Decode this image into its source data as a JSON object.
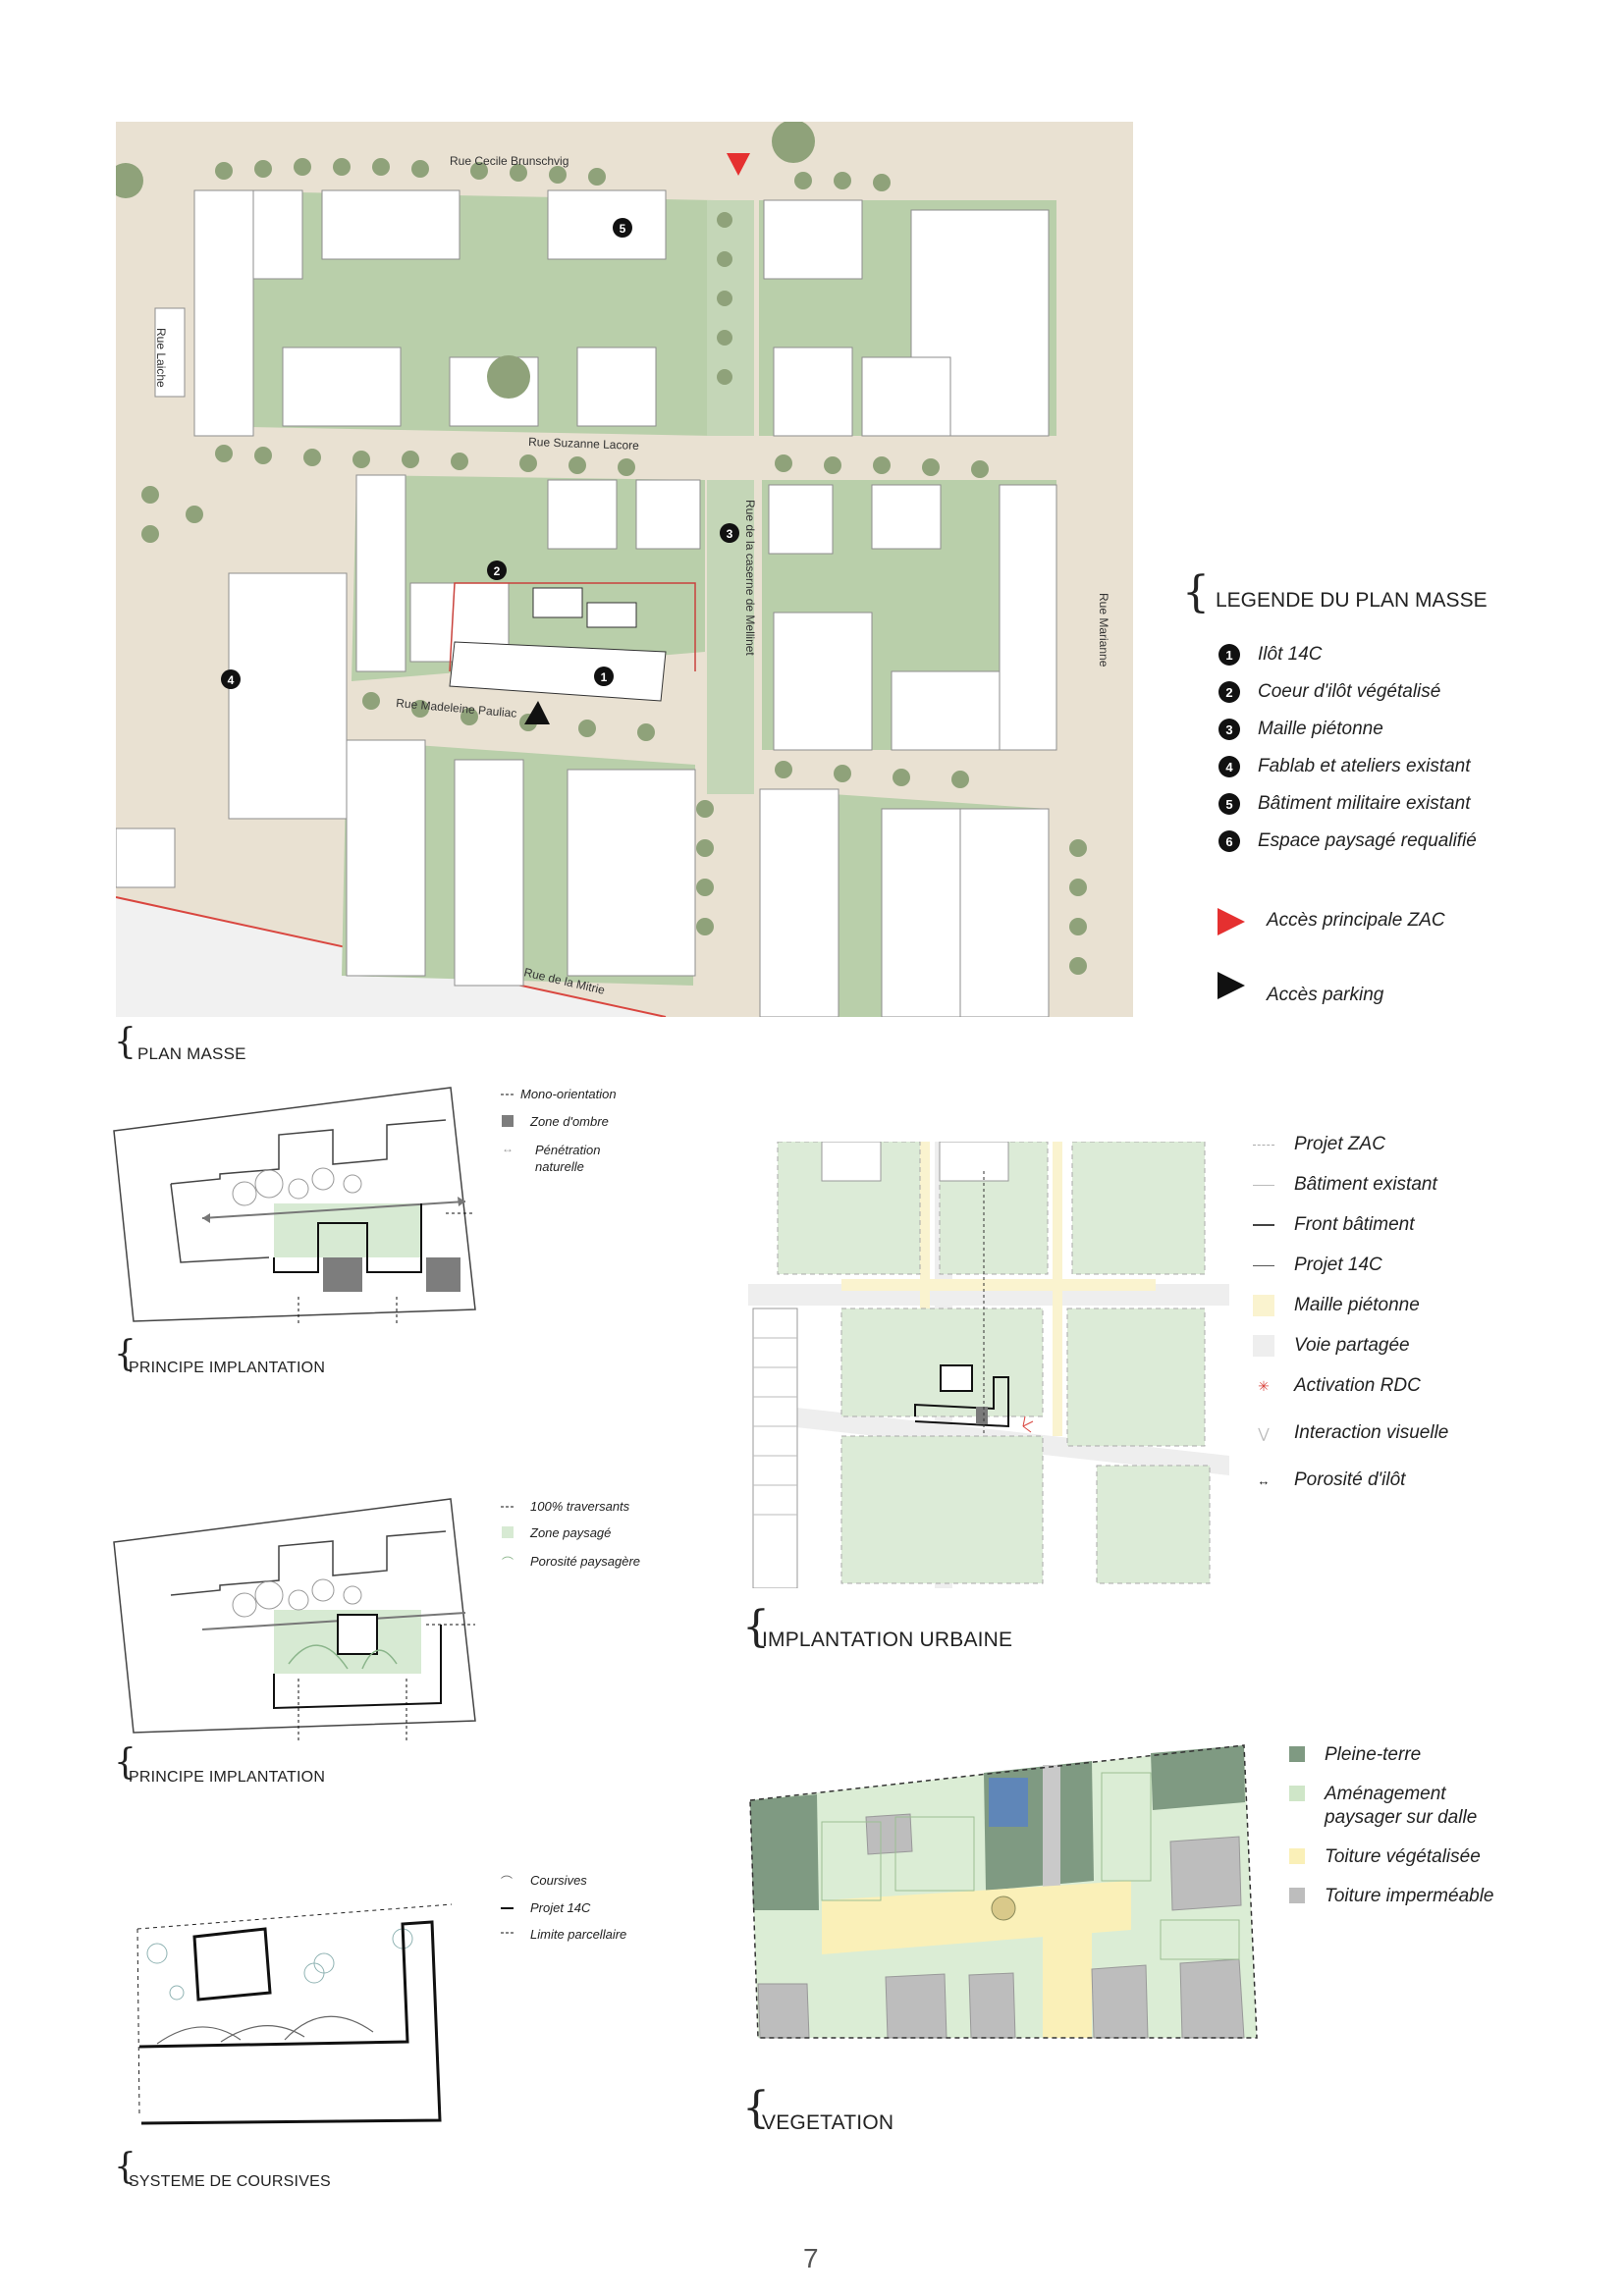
{
  "plan_masse": {
    "streets": [
      "Rue Cecile Brunschvig",
      "Rue Laiche",
      "Rue Suzanne Lacore",
      "Rue de la caserne de Mellinet",
      "Rue Marianne",
      "Rue Madeleine Pauliac",
      "Rue de la Mitrie"
    ],
    "markers": [
      "1",
      "2",
      "3",
      "4",
      "5"
    ],
    "caption": "PLAN MASSE"
  },
  "legend_plan": {
    "title": "LEGENDE DU PLAN MASSE",
    "items": [
      {
        "num": "1",
        "label": "Ilôt 14C"
      },
      {
        "num": "2",
        "label": "Coeur d'ilôt végétalisé"
      },
      {
        "num": "3",
        "label": "Maille piétonne"
      },
      {
        "num": "4",
        "label": "Fablab et ateliers existant"
      },
      {
        "num": "5",
        "label": "Bâtiment militaire existant"
      },
      {
        "num": "6",
        "label": "Espace paysagé requalifié"
      }
    ],
    "access_main": "Accès principale ZAC",
    "access_parking": "Accès parking",
    "access_main_color": "#e53030",
    "access_parking_color": "#111111"
  },
  "diagram1": {
    "legend": [
      "Mono-orientation",
      "Zone d'ombre",
      "Pénétration naturelle"
    ],
    "caption": "PRINCIPE IMPLANTATION"
  },
  "diagram2": {
    "legend": [
      "100% traversants",
      "Zone paysagé",
      "Porosité paysagère"
    ],
    "caption": "PRINCIPE IMPLANTATION"
  },
  "diagram3": {
    "legend": [
      "Coursives",
      "Projet 14C",
      "Limite parcellaire"
    ],
    "caption": "SYSTEME DE COURSIVES"
  },
  "urbaine": {
    "legend": [
      "Projet ZAC",
      "Bâtiment existant",
      "Front bâtiment",
      "Projet 14C",
      "Maille piétonne",
      "Voie partagée",
      "Activation RDC",
      "Interaction visuelle",
      "Porosité d'ilôt"
    ],
    "caption": "IMPLANTATION URBAINE"
  },
  "vegetation": {
    "legend": [
      {
        "label": "Pleine-terre",
        "color": "#7f9a82"
      },
      {
        "label": "Aménagement paysager sur dalle",
        "color": "#cfe6c8"
      },
      {
        "label": "Toiture végétalisée",
        "color": "#faf0b8"
      },
      {
        "label": "Toiture imperméable",
        "color": "#bdbdbd"
      }
    ],
    "caption": "VEGETATION"
  },
  "page_number": "7"
}
